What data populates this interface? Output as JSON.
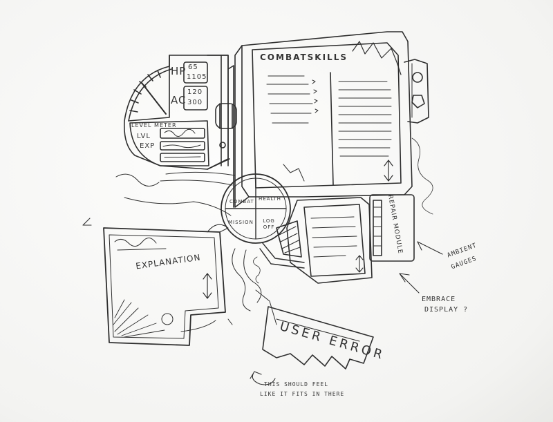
{
  "stats": {
    "hp_label": "HP",
    "hp_value": "65",
    "hp_max": "1105",
    "ac_label": "AC",
    "ac_value": "120",
    "ac_max": "300"
  },
  "level_meter": {
    "title": "LEVEL METER",
    "lvl_label": "LVL",
    "exp_label": "EXP"
  },
  "combat_skills": {
    "title": "COMBATSKILLS"
  },
  "radial_menu": {
    "items": [
      "COMBAT",
      "HEALTH",
      "MISSION",
      "LOG OFF"
    ]
  },
  "explanation_panel": {
    "title": "EXPLANATION"
  },
  "repair_module": {
    "label": "REPAIR MODULE"
  },
  "user_error": {
    "label": "USER ERROR"
  },
  "notes": {
    "ambient": "AMBIENT",
    "gauges": "GAUGES",
    "embrace": "EMBRACE",
    "display": "DISPLAY ?",
    "bottom_line1": "THIS SHOULD FEEL",
    "bottom_line2": "LIKE IT FITS IN THERE"
  },
  "colors": {
    "pencil": "#2e2e2e",
    "paper": "#f8f8f6"
  }
}
